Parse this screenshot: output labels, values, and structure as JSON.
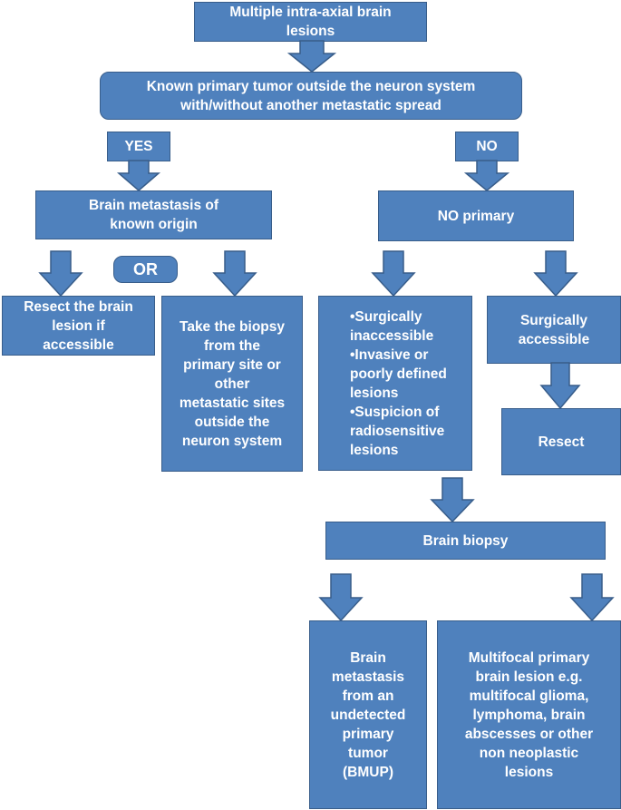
{
  "nodes": {
    "multiple_lesions": "Multiple intra-axial brain\nlesions",
    "known_primary": "Known primary tumor outside the neuron system\nwith/without another metastatic spread",
    "yes": "YES",
    "no": "NO",
    "brain_metastasis_known": "Brain metastasis of\nknown origin",
    "no_primary": "NO primary",
    "or": "OR",
    "resect_brain_lesion": "Resect the brain\nlesion if\naccessible",
    "take_biopsy": "Take the biopsy\nfrom the\nprimary site or\nother\nmetastatic sites\noutside the\nneuron system",
    "surgically_inaccessible": "•Surgically\ninaccessible\n•Invasive or\npoorly defined\nlesions\n•Suspicion of\nradiosensitive\nlesions",
    "surgically_accessible": "Surgically\naccessible",
    "resect": "Resect",
    "brain_biopsy": "Brain biopsy",
    "bmup": "Brain\nmetastasis\nfrom an\nundetected\nprimary\ntumor\n(BMUP)",
    "multifocal": "Multifocal primary\nbrain lesion e.g.\nmultifocal glioma,\nlymphoma, brain\nabscesses or other\nnon  neoplastic\nlesions"
  },
  "colors": {
    "box_fill": "#4f81bd",
    "box_border": "#385d8a",
    "text": "#ffffff"
  }
}
